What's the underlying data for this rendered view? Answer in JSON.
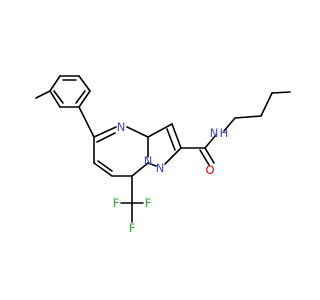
{
  "colors": {
    "nitrogen": "#3f48cc",
    "oxygen": "#e00000",
    "fluorine": "#33aa33",
    "bond": "#000000",
    "background": "#ffffff"
  },
  "atoms": {
    "n_ring_top": "N",
    "n_ring_1": "N",
    "n_ring_2": "N",
    "nh": "N",
    "h": "H",
    "o": "O",
    "f1": "F",
    "f2": "F",
    "f3": "F"
  }
}
